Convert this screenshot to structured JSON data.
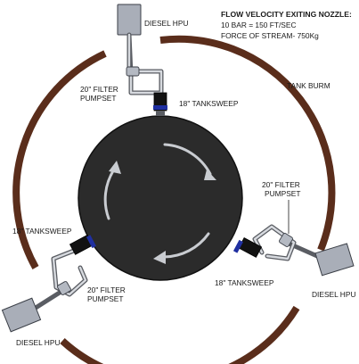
{
  "notes": {
    "title": "FLOW VELOCITY EXITING NOZZLE:",
    "line1": "10 BAR = 150 FT/SEC",
    "line2": "FORCE OF STREAM- 750Kg"
  },
  "berm_label": "TANK BURM",
  "top": {
    "hpu_label": "DIESEL HPU",
    "filter_label_1": "20\" FILTER",
    "filter_label_2": "PUMPSET",
    "sweep_label": "18\" TANKSWEEP"
  },
  "right": {
    "hpu_label": "DIESEL HPU",
    "filter_label_1": "20\" FILTER",
    "filter_label_2": "PUMPSET",
    "sweep_label": "18\" TANKSWEEP"
  },
  "left": {
    "hpu_label": "DIESEL HPU",
    "filter_label_1": "20\" FILTER",
    "filter_label_2": "PUMPSET",
    "sweep_label": "18\" TANKSWEEP"
  },
  "colors": {
    "tank": "#2b2b2b",
    "berm": "#5a2d1b",
    "hpu": "#a9aeb8",
    "pipe": "#5a5d63",
    "nozzle": "#1f2fa0",
    "flow_arrows": "#c9ccd1"
  }
}
